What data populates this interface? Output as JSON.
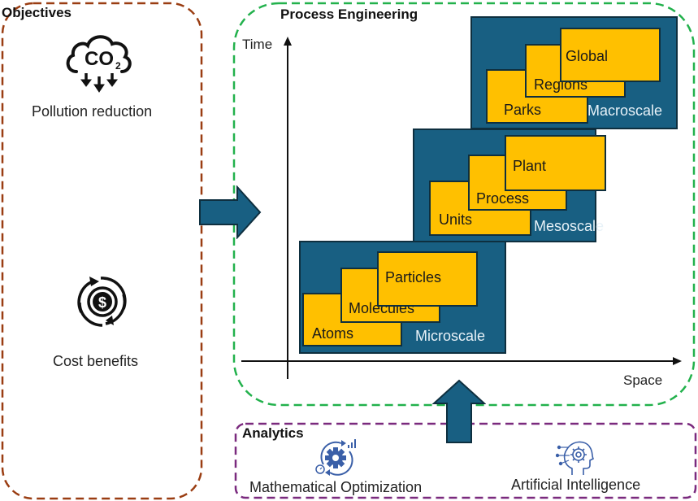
{
  "colors": {
    "objectives_border": "#9a3d12",
    "process_border": "#22b14c",
    "analytics_border": "#7a2a7e",
    "scale_box": "#185f82",
    "tile": "#ffc000",
    "arrow": "#185f82",
    "icon_blue": "#3a5fa8"
  },
  "objectives": {
    "title": "Objectives",
    "items": [
      {
        "icon": "co2-cloud-icon",
        "label": "Pollution reduction"
      },
      {
        "icon": "cost-cycle-dollar-icon",
        "label": "Cost benefits"
      }
    ]
  },
  "process_engineering": {
    "title": "Process Engineering",
    "y_axis": "Time",
    "x_axis": "Space",
    "scales": [
      {
        "name": "Macroscale",
        "levels": [
          "Parks",
          "Regions",
          "Global"
        ]
      },
      {
        "name": "Mesoscale",
        "levels": [
          "Units",
          "Process",
          "Plant"
        ]
      },
      {
        "name": "Microscale",
        "levels": [
          "Atoms",
          "Molecules",
          "Particles"
        ]
      }
    ]
  },
  "analytics": {
    "title": "Analytics",
    "items": [
      {
        "icon": "optimization-gear-icon",
        "label": "Mathematical Optimization"
      },
      {
        "icon": "ai-head-gear-icon",
        "label": "Artificial Intelligence"
      }
    ]
  }
}
